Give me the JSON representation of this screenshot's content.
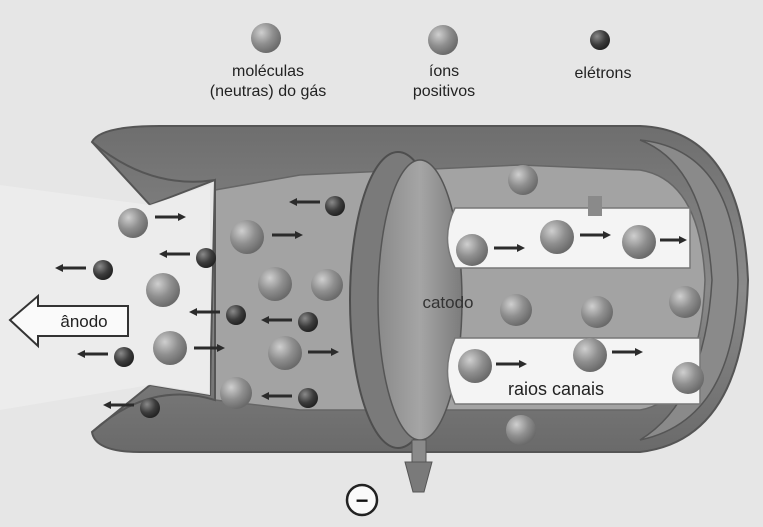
{
  "legend": {
    "molecules_line1": "moléculas",
    "molecules_line2": "(neutras) do gás",
    "ions_line1": "íons",
    "ions_line2": "positivos",
    "electrons": "elétrons"
  },
  "labels": {
    "anode": "ânodo",
    "cathode": "catodo",
    "canal_rays": "raios canais",
    "negative_terminal": "−"
  },
  "colors": {
    "background": "#e6e6e6",
    "tube_body": "#7d7d7d",
    "tube_inner": "#9b9b9b",
    "channel": "#f4f4f4",
    "particle": "#8e8e8e",
    "electron": "#4a4a4a",
    "arrow": "#2b2b2b"
  }
}
